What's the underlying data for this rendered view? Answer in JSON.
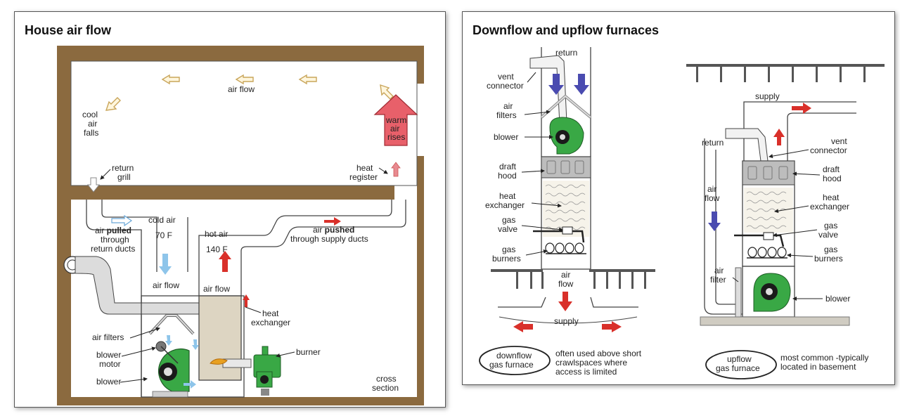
{
  "left": {
    "title": "House air flow",
    "labels": {
      "air_flow_top": "air flow",
      "cool_1": "cool",
      "cool_2": "air",
      "cool_3": "falls",
      "warm_1": "warm",
      "warm_2": "air",
      "warm_3": "rises",
      "return_1": "return",
      "return_2": "grill",
      "register_1": "heat",
      "register_2": "register",
      "cold_air": "cold air",
      "cold_temp": "70 F",
      "hot_air": "hot air",
      "hot_temp": "140 F",
      "pulled_a": "air ",
      "pulled_b": "pulled",
      "pulled_2": "through",
      "pulled_3": "return ducts",
      "pushed_a": "air ",
      "pushed_b": "pushed",
      "pushed_2": "through supply ducts",
      "air_flow_left": "air flow",
      "air_flow_right": "air flow",
      "hx_1": "heat",
      "hx_2": "exchanger",
      "filters": "air filters",
      "motor_1": "blower",
      "motor_2": "motor",
      "blower": "blower",
      "burner": "burner",
      "cross_1": "cross",
      "cross_2": "section"
    }
  },
  "right": {
    "title": "Downflow and upflow furnaces",
    "down": {
      "return": "return",
      "vent_1": "vent",
      "vent_2": "connector",
      "filters_1": "air",
      "filters_2": "filters",
      "blower": "blower",
      "draft_1": "draft",
      "draft_2": "hood",
      "hx_1": "heat",
      "hx_2": "exchanger",
      "valve_1": "gas",
      "valve_2": "valve",
      "burners_1": "gas",
      "burners_2": "burners",
      "flow_1": "air",
      "flow_2": "flow",
      "supply": "supply",
      "oval_1": "downflow",
      "oval_2": "gas furnace",
      "desc_1": "often used above short",
      "desc_2": "crawlspaces where",
      "desc_3": "access is limited"
    },
    "up": {
      "supply": "supply",
      "return": "return",
      "vent_1": "vent",
      "vent_2": "connector",
      "draft_1": "draft",
      "draft_2": "hood",
      "flow_1": "air",
      "flow_2": "flow",
      "hx_1": "heat",
      "hx_2": "exchanger",
      "valve_1": "gas",
      "valve_2": "valve",
      "burners_1": "gas",
      "burners_2": "burners",
      "filter_1": "air",
      "filter_2": "filter",
      "blower": "blower",
      "oval_1": "upflow",
      "oval_2": "gas furnace",
      "desc_1": "most common -typically",
      "desc_2": "located in basement"
    }
  },
  "colors": {
    "wall": "#8b6a3f",
    "hot_arrow": "#d9302a",
    "cold_arrow": "#8ec5ea",
    "blue_arrow": "#4a4bb0",
    "blower": "#39a845",
    "warm_bg": "#e8606a"
  }
}
